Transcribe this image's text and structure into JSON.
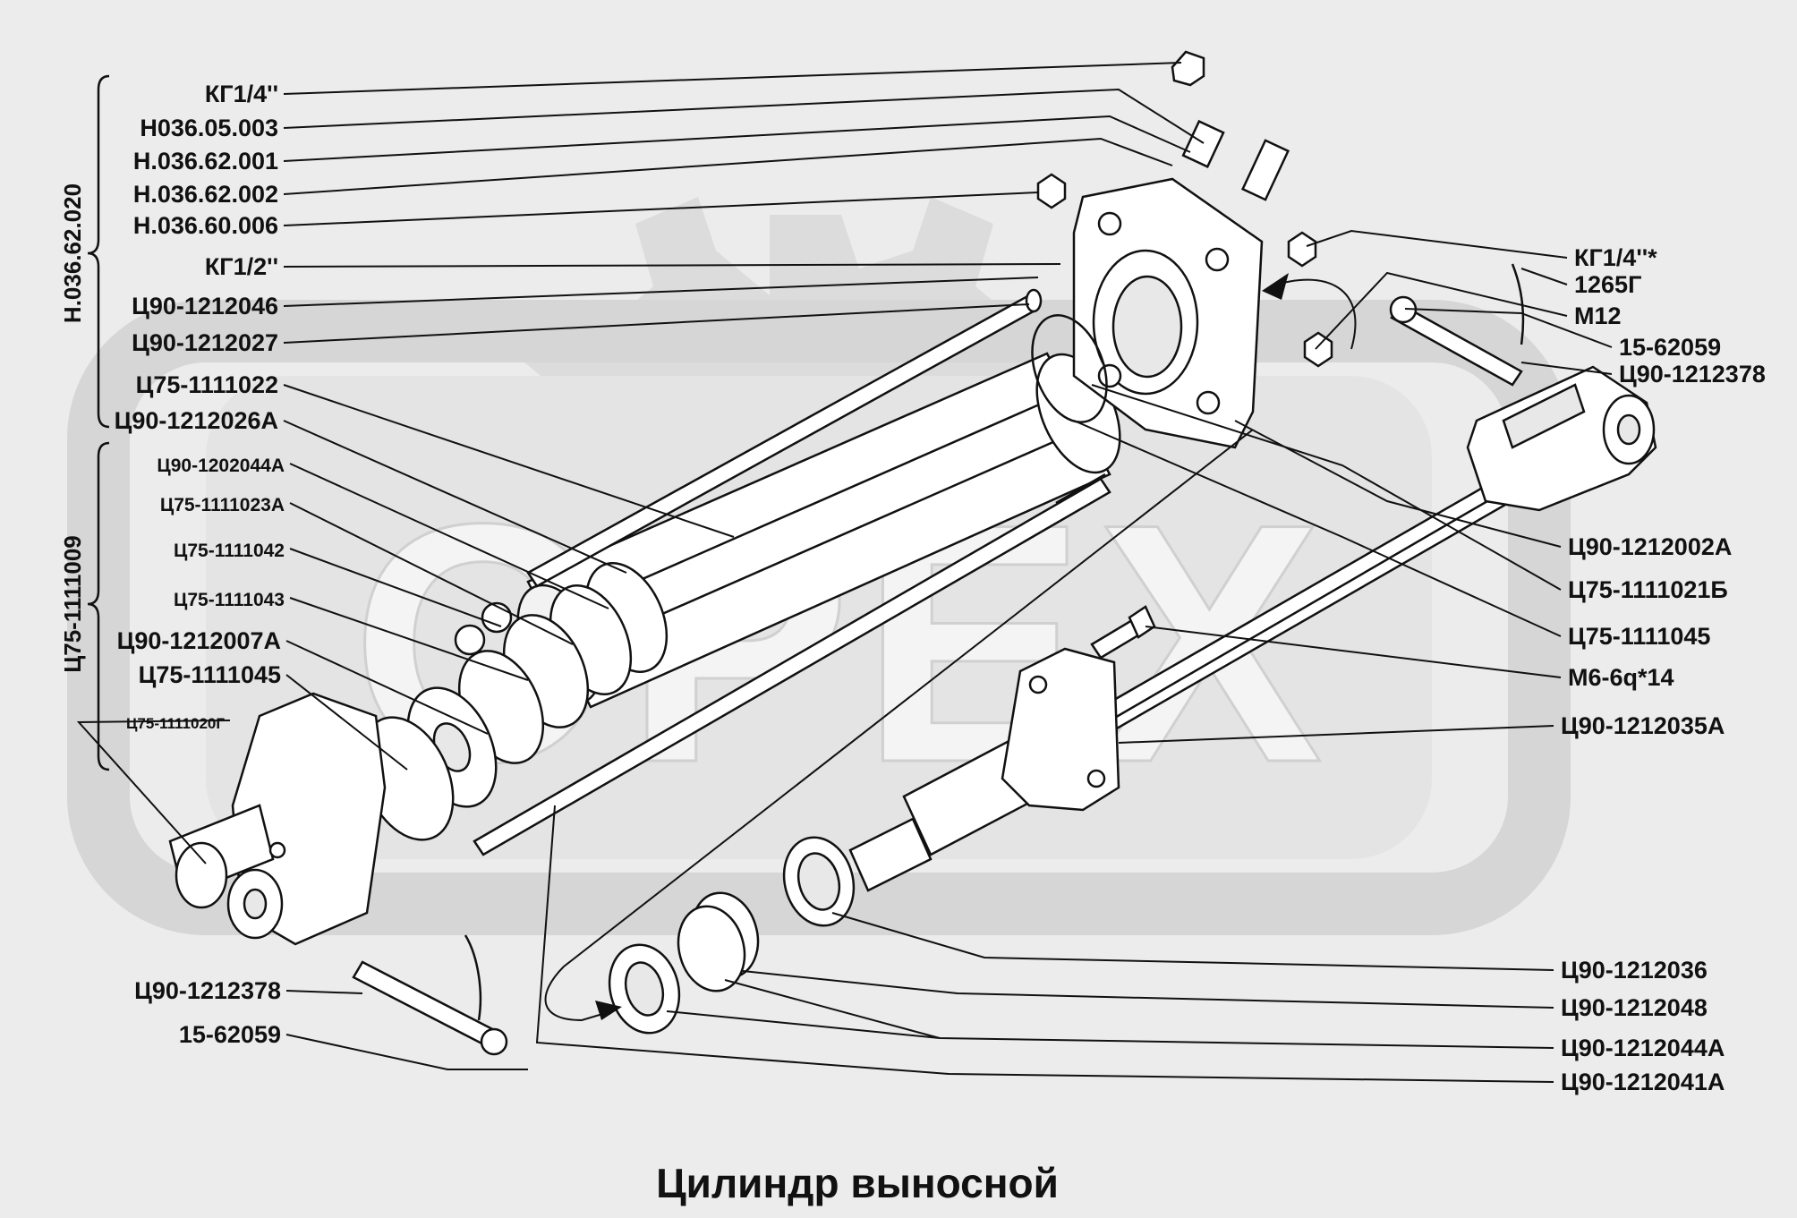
{
  "title": "Цилиндр выносной",
  "watermark": "OPEX",
  "colors": {
    "background": "#ececec",
    "ink": "#111111",
    "watermark": "#dcdcdc",
    "part_fill": "#ffffff"
  },
  "groups": [
    {
      "id": "g1",
      "label": "Н.036.62.020"
    },
    {
      "id": "g2",
      "label": "Ц75-1111009"
    }
  ],
  "labels": [
    {
      "id": "L1",
      "text": "КГ1/4''",
      "side": "left",
      "size": "md"
    },
    {
      "id": "L2",
      "text": "Н036.05.003",
      "side": "left",
      "size": "md"
    },
    {
      "id": "L3",
      "text": "Н.036.62.001",
      "side": "left",
      "size": "md"
    },
    {
      "id": "L4",
      "text": "Н.036.62.002",
      "side": "left",
      "size": "md"
    },
    {
      "id": "L5",
      "text": "Н.036.60.006",
      "side": "left",
      "size": "md"
    },
    {
      "id": "L6",
      "text": "КГ1/2''",
      "side": "left",
      "size": "md"
    },
    {
      "id": "L7",
      "text": "Ц90-1212046",
      "side": "left",
      "size": "md"
    },
    {
      "id": "L8",
      "text": "Ц90-1212027",
      "side": "left",
      "size": "md"
    },
    {
      "id": "L9",
      "text": "Ц75-1111022",
      "side": "left",
      "size": "md"
    },
    {
      "id": "L10",
      "text": "Ц90-1212026А",
      "side": "left",
      "size": "md"
    },
    {
      "id": "L11",
      "text": "Ц90-1202044А",
      "side": "left",
      "size": "sm"
    },
    {
      "id": "L12",
      "text": "Ц75-1111023А",
      "side": "left",
      "size": "sm"
    },
    {
      "id": "L13",
      "text": "Ц75-1111042",
      "side": "left",
      "size": "sm"
    },
    {
      "id": "L14",
      "text": "Ц75-1111043",
      "side": "left",
      "size": "sm"
    },
    {
      "id": "L15",
      "text": "Ц90-1212007А",
      "side": "left",
      "size": "md"
    },
    {
      "id": "L16",
      "text": "Ц75-1111045",
      "side": "left",
      "size": "md"
    },
    {
      "id": "L17",
      "text": "Ц75-1111020Г",
      "side": "left",
      "size": "xs"
    },
    {
      "id": "L18",
      "text": "Ц90-1212378",
      "side": "left",
      "size": "md"
    },
    {
      "id": "L19",
      "text": "15-62059",
      "side": "left",
      "size": "md"
    },
    {
      "id": "R1",
      "text": "КГ1/4''*",
      "side": "right",
      "size": "md"
    },
    {
      "id": "R2",
      "text": "1265Г",
      "side": "right",
      "size": "md"
    },
    {
      "id": "R3",
      "text": "М12",
      "side": "right",
      "size": "md"
    },
    {
      "id": "R4",
      "text": "15-62059",
      "side": "right",
      "size": "md"
    },
    {
      "id": "R5",
      "text": "Ц90-1212378",
      "side": "right",
      "size": "md"
    },
    {
      "id": "R6",
      "text": "Ц90-1212002А",
      "side": "right",
      "size": "md"
    },
    {
      "id": "R7",
      "text": "Ц75-1111021Б",
      "side": "right",
      "size": "md"
    },
    {
      "id": "R8",
      "text": "Ц75-1111045",
      "side": "right",
      "size": "md"
    },
    {
      "id": "R9",
      "text": "М6-6q*14",
      "side": "right",
      "size": "md"
    },
    {
      "id": "R10",
      "text": "Ц90-1212035А",
      "side": "right",
      "size": "md"
    },
    {
      "id": "R11",
      "text": "Ц90-1212036",
      "side": "right",
      "size": "md"
    },
    {
      "id": "R12",
      "text": "Ц90-1212048",
      "side": "right",
      "size": "md"
    },
    {
      "id": "R13",
      "text": "Ц90-1212044А",
      "side": "right",
      "size": "md"
    },
    {
      "id": "R14",
      "text": "Ц90-1212041А",
      "side": "right",
      "size": "md"
    }
  ]
}
